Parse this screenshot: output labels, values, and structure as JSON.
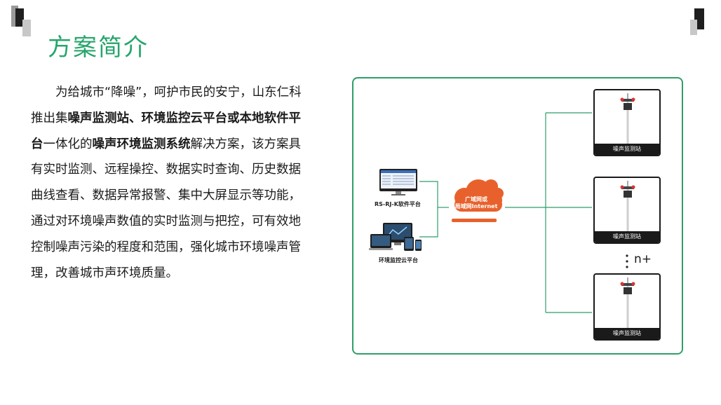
{
  "header": {
    "title": "方案简介"
  },
  "intro": {
    "p1": "为给城市“降噪”，呵护市民的安宁，山东仁科推出集",
    "b1": "噪声监测站、环境监控云平台或本地软件平台",
    "p2": "一体化的",
    "b2": "噪声环境监测系统",
    "p3": "解决方案，该方案具有实时监测、远程操控、数据实时查询、历史数据曲线查看、数据异常报警、集中大屏显示等功能，通过对环境噪声数值的实时监测与把控，可有效地控制噪声污染的程度和范围，强化城市环境噪声管理，改善城市声环境质量。"
  },
  "diagram": {
    "software_label": "RS-RJ-K软件平台",
    "cloud_platform_label": "环境监控云平台",
    "network_line1": "广域网或",
    "network_line2": "局域网Internet",
    "stations": [
      {
        "label": "噪声监测站"
      },
      {
        "label": "噪声监测站"
      },
      {
        "label": "噪声监测站"
      }
    ],
    "more_label": "n+"
  },
  "colors": {
    "accent": "#27a56c",
    "frame": "#2f9e6a",
    "cloud": "#e8612c"
  }
}
